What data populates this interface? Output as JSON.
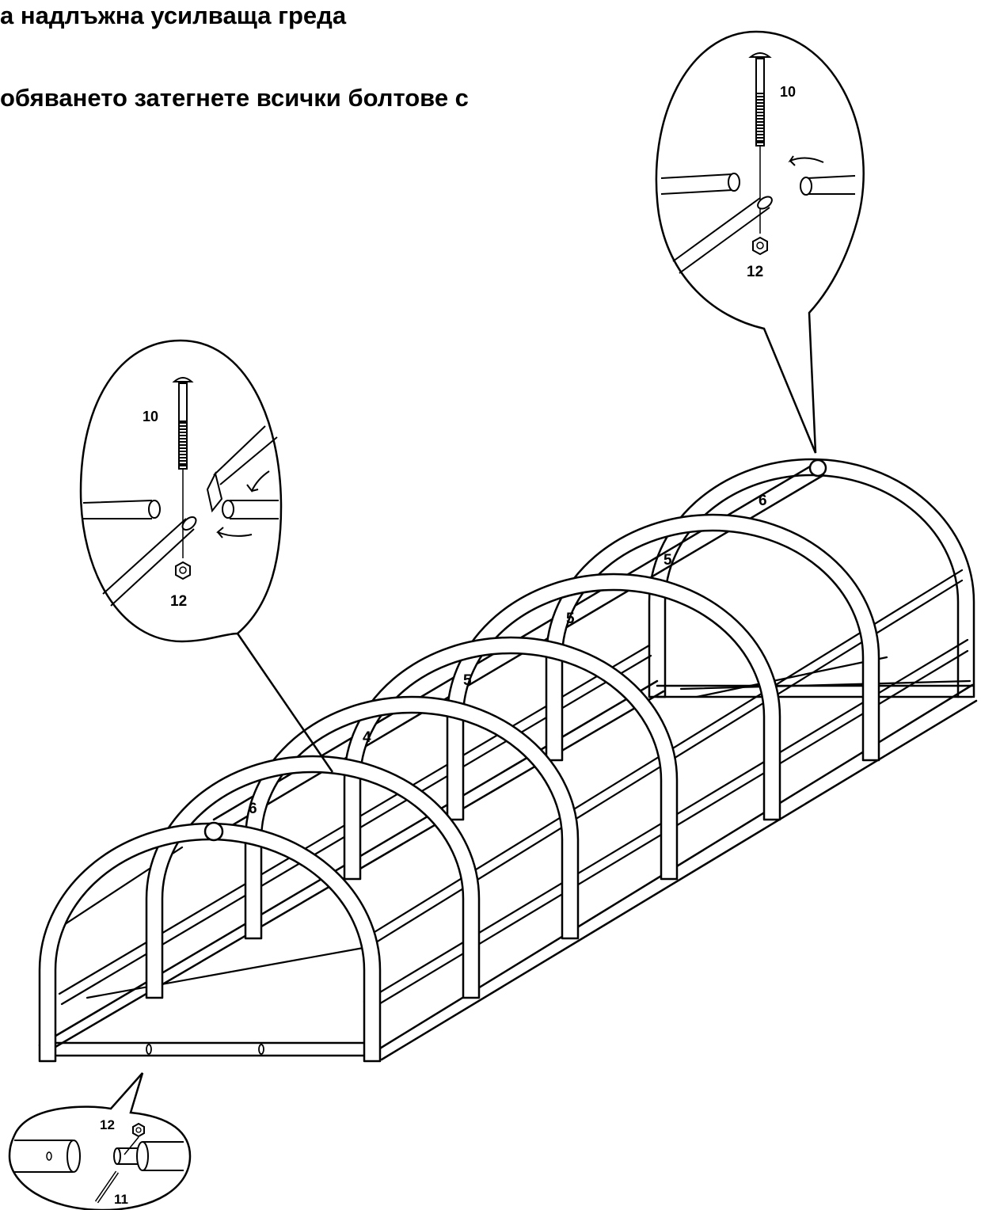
{
  "heading": {
    "line1": "а надлъжна усилваща греда",
    "line2": "обяването затегнете всички болтове с"
  },
  "callouts": {
    "top_right": {
      "bolt_label": "10",
      "nut_label": "12"
    },
    "middle_left": {
      "bolt_label": "10",
      "nut_label": "12"
    },
    "bottom_left": {
      "nut_label": "12",
      "pin_label": "11",
      "hole_mark": "0"
    }
  },
  "part_labels": {
    "end_arch_far": "6",
    "arch_1": "5",
    "arch_2": "5",
    "arch_3": "5",
    "arch_4": "4",
    "end_arch_near": "6"
  },
  "colors": {
    "ink": "#000000",
    "background": "#ffffff"
  }
}
